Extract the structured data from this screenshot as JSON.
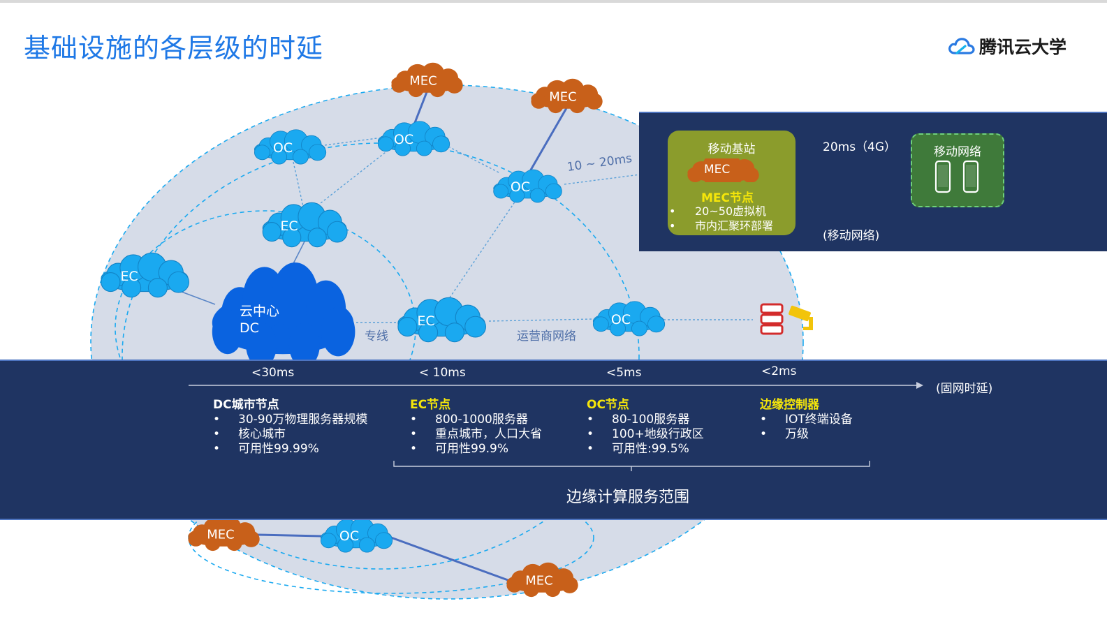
{
  "title": "基础设施的各层级的时延",
  "logo": {
    "text": "腾讯云大学",
    "icon": "tencent-cloud-icon",
    "color": "#2a7ae2"
  },
  "colors": {
    "title": "#1e78e6",
    "cloud_blue": "#1aa9f0",
    "dc_blue": "#0a63e0",
    "mec_orange": "#c8601a",
    "panel_navy": "#1f3462",
    "highlight_yellow": "#f5e60a",
    "station_olive": "#8b9c2c",
    "mobile_green": "#3f7a3a"
  },
  "nodes": {
    "mec_top": "MEC",
    "mec_right_top": "MEC",
    "oc_top_left": "OC",
    "oc_top_center": "OC",
    "oc_right": "OC",
    "ec_upper": "EC",
    "ec_left": "EC",
    "ec_center": "EC",
    "oc_lower_right": "OC",
    "dc": {
      "line1": "云中心",
      "line2": "DC"
    },
    "mec_bottom_left": "MEC",
    "oc_bottom": "OC",
    "mec_bottom_right": "MEC"
  },
  "network_labels": {
    "dedicated_line": "专线",
    "operator_network": "运营商网络",
    "mobile_latency": "10 ~ 20ms"
  },
  "mobile_panel": {
    "station_title": "移动基站",
    "station_mec": "MEC",
    "mec_node_title": "MEC节点",
    "bullets": [
      "20~50虚拟机",
      "市内汇聚环部署"
    ],
    "latency_4g": "20ms（4G）",
    "caption": "(移动网络)",
    "mobile_network_title": "移动网络"
  },
  "timeline": {
    "latencies": [
      "<30ms",
      "< 10ms",
      "<5ms",
      "<2ms"
    ],
    "axis_label": "(固网时延)",
    "columns": [
      {
        "title": "DC城市节点",
        "bullets": [
          "30-90万物理服务器规模",
          "核心城市",
          "可用性99.99%"
        ]
      },
      {
        "title": "EC节点",
        "bullets": [
          "800-1000服务器",
          "重点城市，人口大省",
          "可用性99.9%"
        ]
      },
      {
        "title": "OC节点",
        "bullets": [
          "80-100服务器",
          "100+地级行政区",
          "可用性:99.5%"
        ]
      },
      {
        "title": "边缘控制器",
        "bullets": [
          "IOT终端设备",
          "万级"
        ]
      }
    ],
    "scope_label": "边缘计算服务范围",
    "bullet_glyph": "•"
  }
}
